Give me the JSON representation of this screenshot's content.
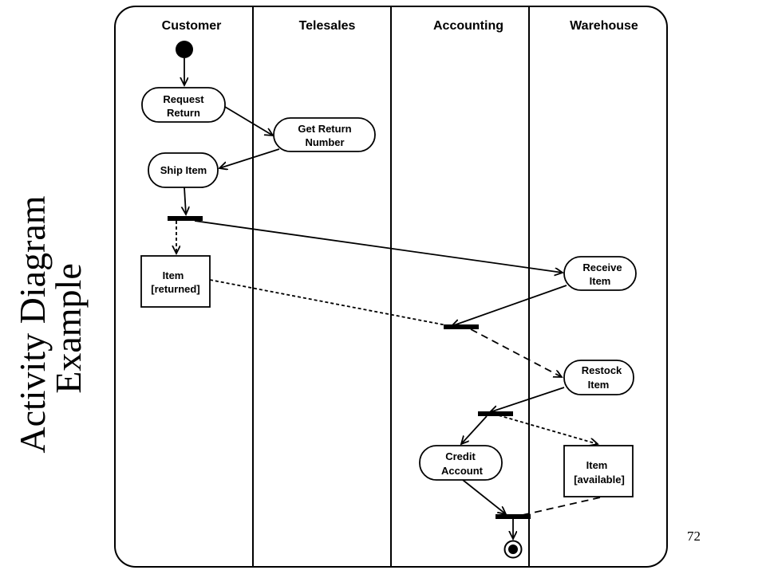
{
  "title": {
    "line1": "Activity Diagram",
    "line2": "Example"
  },
  "page_number": "72",
  "lanes": [
    "Customer",
    "Telesales",
    "Accounting",
    "Warehouse"
  ],
  "activities": {
    "request_return": [
      "Request",
      "Return"
    ],
    "get_return_number": [
      "Get Return",
      "Number"
    ],
    "ship_item": [
      "Ship Item"
    ],
    "receive_item": [
      "Receive",
      "Item"
    ],
    "restock_item": [
      "Restock",
      "Item"
    ],
    "credit_account": [
      "Credit",
      "Account"
    ]
  },
  "objects": {
    "item_returned": [
      "Item",
      "[returned]"
    ],
    "item_available": [
      "Item",
      "[available]"
    ]
  }
}
